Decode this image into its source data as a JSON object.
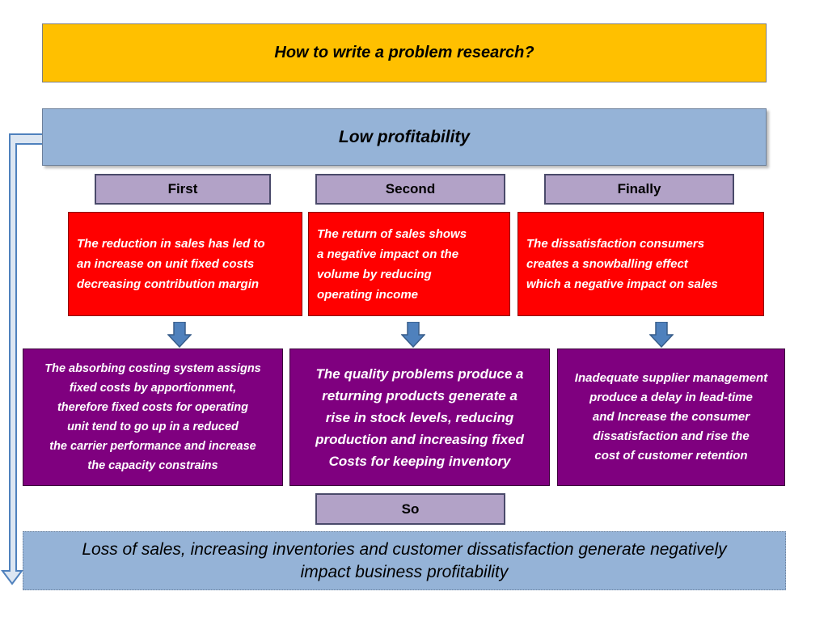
{
  "title": "How to write a problem research?",
  "header": "Low profitability",
  "steps": [
    "First",
    "Second",
    "Finally"
  ],
  "causes": [
    "The reduction in sales has led to\nan increase on unit fixed costs\ndecreasing contribution margin",
    "The return of sales shows\n a negative impact on the\n volume by reducing\noperating income",
    "The dissatisfaction consumers\ncreates a snowballing effect\nwhich a negative impact on sales"
  ],
  "effects": [
    "The absorbing costing system assigns\nfixed costs by apportionment,\ntherefore fixed costs for operating\nunit tend to go up in a reduced\nthe carrier performance and increase\nthe capacity constrains",
    "The quality problems produce a\nreturning products generate a\nrise in stock levels, reducing\nproduction and increasing fixed\nCosts for keeping inventory",
    "Inadequate supplier management\nproduce a delay in lead-time\nand Increase the consumer\ndissatisfaction and rise the\ncost of customer retention"
  ],
  "so_label": "So",
  "conclusion": "Loss of sales, increasing inventories and customer dissatisfaction generate negatively\nimpact business profitability",
  "colors": {
    "title_fill": "#ffc000",
    "header_fill": "#95b3d7",
    "step_fill": "#b2a2c7",
    "cause_fill": "#ff0000",
    "effect_fill": "#7f007f",
    "arrow_fill": "#4f81bd"
  }
}
